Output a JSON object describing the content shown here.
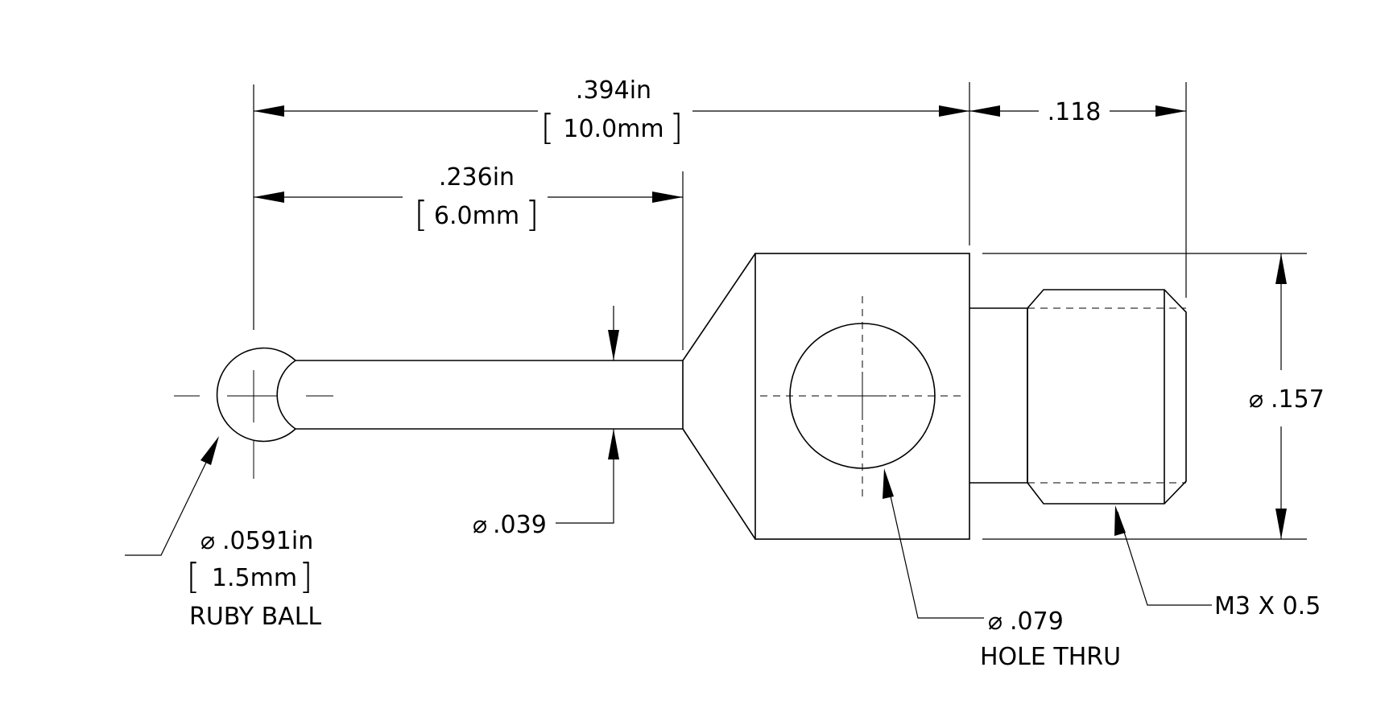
{
  "dimensions": {
    "overall_length_in": ".394in",
    "overall_length_mm": "10.0mm",
    "thread_length": ".118",
    "ball_to_cone_in": ".236in",
    "ball_to_cone_mm": "6.0mm",
    "thread_diameter_symbol": "⌀",
    "thread_diameter": ".157",
    "stem_diameter_symbol": "⌀",
    "stem_diameter": ".039",
    "ball_diameter_symbol": "⌀",
    "ball_diameter_in": ".0591in",
    "ball_diameter_mm": "1.5mm",
    "ball_note": "RUBY BALL",
    "hole_diameter_symbol": "⌀",
    "hole_diameter": ".079",
    "hole_note": "HOLE THRU",
    "thread_callout": "M3 X 0.5"
  },
  "brackets": {
    "open": "[",
    "close": "]"
  },
  "colors": {
    "line": "#000000",
    "background": "#ffffff"
  }
}
